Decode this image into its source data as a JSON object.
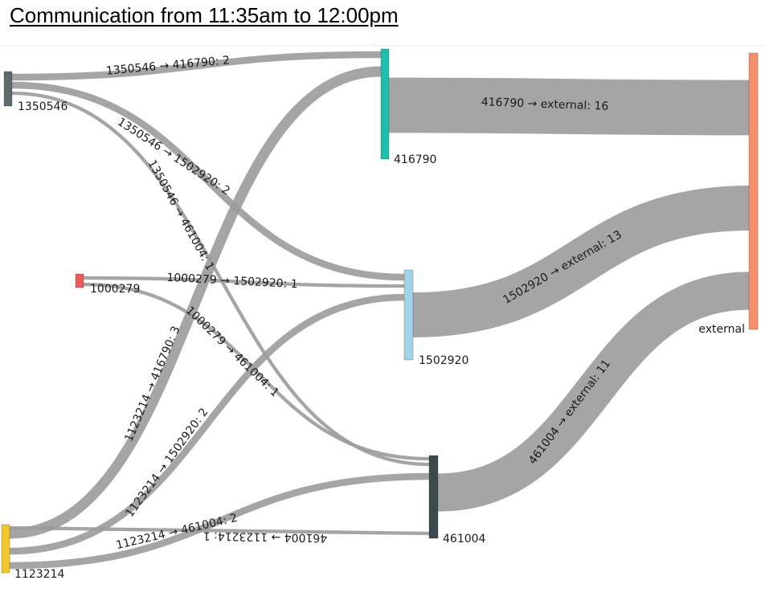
{
  "title": "Communication from 11:35am to 12:00pm",
  "chart_data": {
    "type": "sankey",
    "title": "Communication from 11:35am to 12:00pm",
    "nodes": [
      {
        "id": "1350546",
        "label": "1350546",
        "color": "#5f6b6b"
      },
      {
        "id": "1000279",
        "label": "1000279",
        "color": "#ef5a5a"
      },
      {
        "id": "1123214",
        "label": "1123214",
        "color": "#f2c928"
      },
      {
        "id": "416790",
        "label": "416790",
        "color": "#1fbfae"
      },
      {
        "id": "1502920",
        "label": "1502920",
        "color": "#9fd5e8"
      },
      {
        "id": "461004",
        "label": "461004",
        "color": "#3d4a4d"
      },
      {
        "id": "external",
        "label": "external",
        "color": "#f4906a"
      }
    ],
    "links": [
      {
        "source": "1350546",
        "target": "416790",
        "value": 2,
        "label": "1350546 → 416790: 2"
      },
      {
        "source": "1350546",
        "target": "1502920",
        "value": 2,
        "label": "1350546 → 1502920: 2"
      },
      {
        "source": "1350546",
        "target": "461004",
        "value": 1,
        "label": "1350546 → 461004: 1"
      },
      {
        "source": "1000279",
        "target": "1502920",
        "value": 1,
        "label": "1000279 → 1502920: 1"
      },
      {
        "source": "1000279",
        "target": "461004",
        "value": 1,
        "label": "1000279 → 461004: 1"
      },
      {
        "source": "1123214",
        "target": "416790",
        "value": 3,
        "label": "1123214 → 416790: 3"
      },
      {
        "source": "1123214",
        "target": "1502920",
        "value": 2,
        "label": "1123214 → 1502920: 2"
      },
      {
        "source": "1123214",
        "target": "461004",
        "value": 2,
        "label": "1123214 → 461004: 2"
      },
      {
        "source": "461004",
        "target": "1123214",
        "value": 1,
        "label": "461004 → 1123214: 1"
      },
      {
        "source": "416790",
        "target": "external",
        "value": 16,
        "label": "416790 → external: 16"
      },
      {
        "source": "1502920",
        "target": "external",
        "value": 13,
        "label": "1502920 → external: 13"
      },
      {
        "source": "461004",
        "target": "external",
        "value": 11,
        "label": "461004 → external: 11"
      }
    ]
  }
}
